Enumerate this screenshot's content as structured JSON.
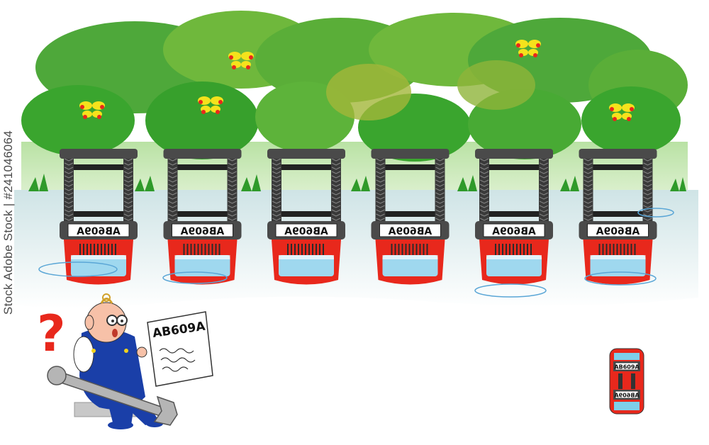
{
  "puzzle": {
    "cars": [
      {
        "plate": "AB609A",
        "icon": "car-top-view-icon"
      },
      {
        "plate": "AB609A",
        "icon": "car-top-view-icon"
      },
      {
        "plate": "AB609A",
        "icon": "car-top-view-icon"
      },
      {
        "plate": "AB609A",
        "icon": "car-top-view-icon"
      },
      {
        "plate": "AB609A",
        "icon": "car-top-view-icon"
      },
      {
        "plate": "AB609A",
        "icon": "car-top-view-icon"
      }
    ],
    "target_plate": "AB609A",
    "mirrored_plate_shown": "AB609A",
    "question_mark": "?",
    "paper_code": "AB609A"
  },
  "watermark": {
    "text": "Stock Adobe Stock | #241046064"
  },
  "colors": {
    "car_body": "#e8281c",
    "bush": "#3aa52e",
    "window": "#7ecfea",
    "mechanic_overall": "#1a3fa8",
    "question_mark": "#e8281c"
  }
}
